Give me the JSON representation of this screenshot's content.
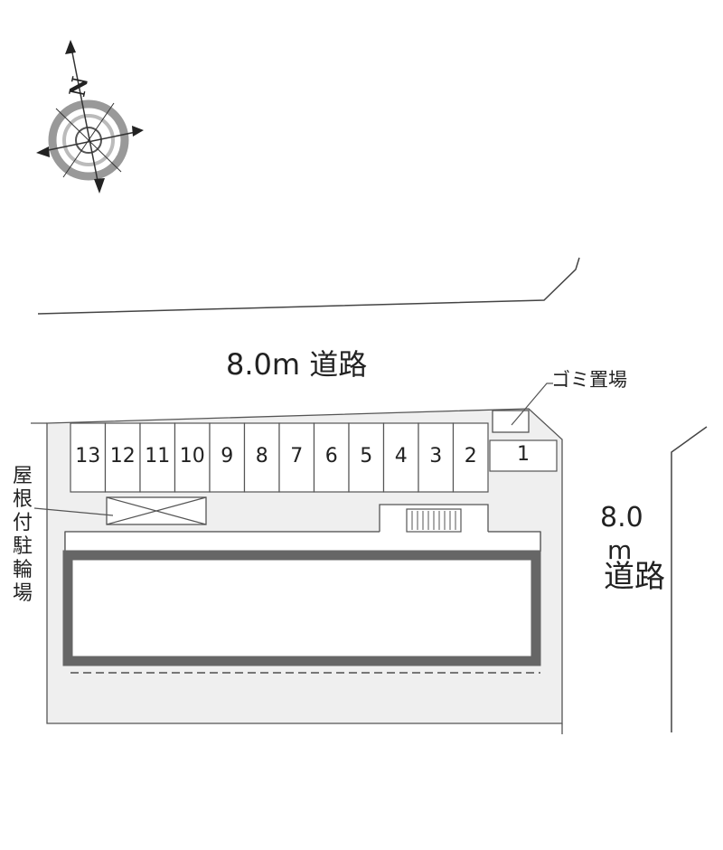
{
  "north_label": "N",
  "road_top": "8.0m 道路",
  "road_right": {
    "line1": "8.0",
    "line2": "m",
    "line3": "道路"
  },
  "garbage_label": "ゴミ置場",
  "bike_label": "屋根付駐輪場",
  "parking": [
    "13",
    "12",
    "11",
    "10",
    "9",
    "8",
    "7",
    "6",
    "5",
    "4",
    "3",
    "2",
    "1"
  ],
  "colors": {
    "lot": "#efefef",
    "line": "#555555",
    "building": "#666666"
  }
}
